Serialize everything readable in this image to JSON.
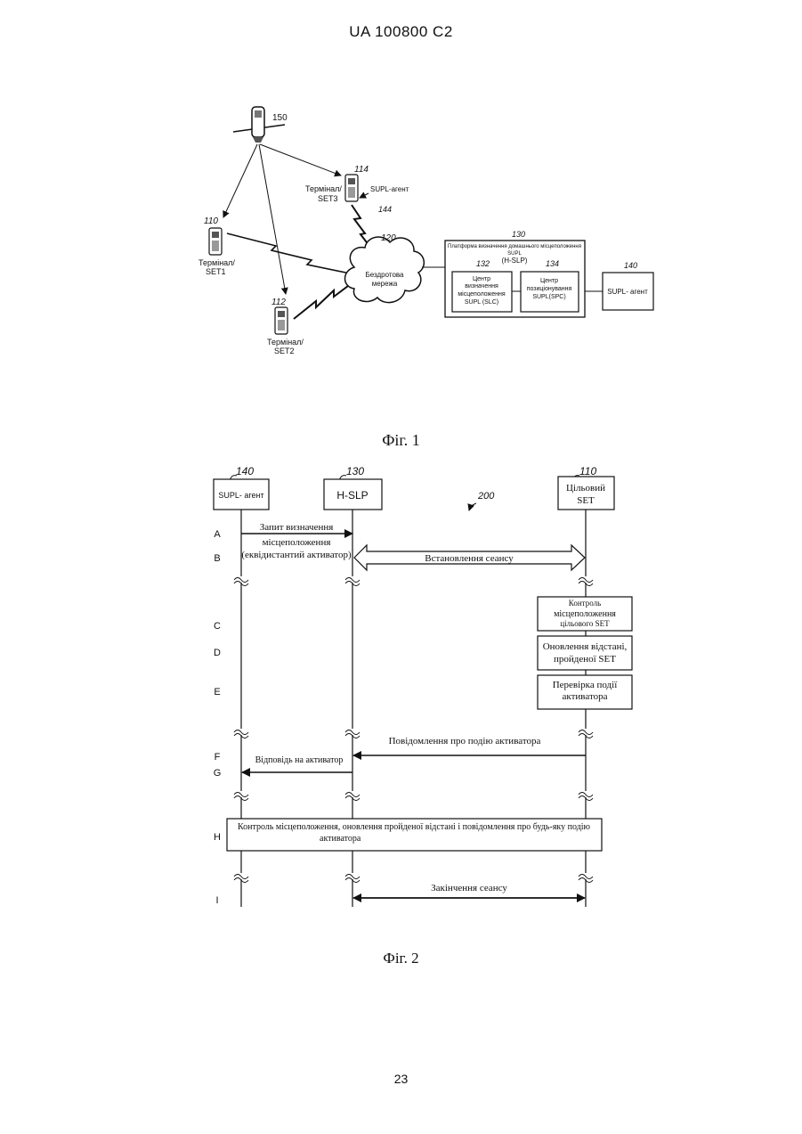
{
  "header": "UA   100800   C2",
  "page_number": "23",
  "fig1": {
    "caption": "Фіг. 1",
    "satellite_ref": "150",
    "set3": {
      "ref": "114",
      "label1": "Термінал/",
      "label2": "SET3",
      "agent": "SUPL-агент"
    },
    "link_ref": "144",
    "set1": {
      "ref": "110",
      "label1": "Термінал/",
      "label2": "SET1"
    },
    "set2": {
      "ref": "112",
      "label1": "Термінал/",
      "label2": "SET2"
    },
    "network": {
      "ref": "120",
      "label1": "Бездротова",
      "label2": "мережа"
    },
    "hslp": {
      "ref": "130",
      "line1": "Платформа визначення домашнього місцеположення",
      "line2": "SUPL",
      "line3": "(H-SLP)"
    },
    "slc": {
      "ref": "132",
      "lines": [
        "Центр",
        "визначення",
        "місцеположення",
        "SUPL (SLC)"
      ]
    },
    "spc": {
      "ref": "134",
      "lines": [
        "Центр",
        "позиціонування",
        "SUPL(SPC)"
      ]
    },
    "agent": {
      "ref": "140",
      "label": "SUPL- агент"
    }
  },
  "fig2": {
    "caption": "Фіг. 2",
    "diagram_ref": "200",
    "entities": [
      {
        "ref": "140",
        "label": "SUPL- агент"
      },
      {
        "ref": "130",
        "label": "H-SLP"
      },
      {
        "ref": "110",
        "label1": "Цільовий",
        "label2": "SET"
      }
    ],
    "steps": [
      "A",
      "B",
      "C",
      "D",
      "E",
      "F",
      "G",
      "H",
      "I"
    ],
    "msg_a1": "Запит визначення",
    "msg_a2": "місцеположення",
    "msg_a3": "(еквідистантий активатор)",
    "msg_b": "Встановлення сеансу",
    "box_c": [
      "Контроль",
      "місцеположення",
      "цільового SET"
    ],
    "box_d": [
      "Оновлення відстані,",
      "пройденої SET"
    ],
    "box_e": [
      "Перевірка події",
      "активатора"
    ],
    "msg_f": "Повідомлення про подію активатора",
    "msg_g": "Відповідь на активатор",
    "box_h1": "Контроль місцеположення, оновлення пройденої відстані і повідомлення про будь-яку подію",
    "box_h2": "активатора",
    "msg_i": "Закінчення сеансу"
  }
}
